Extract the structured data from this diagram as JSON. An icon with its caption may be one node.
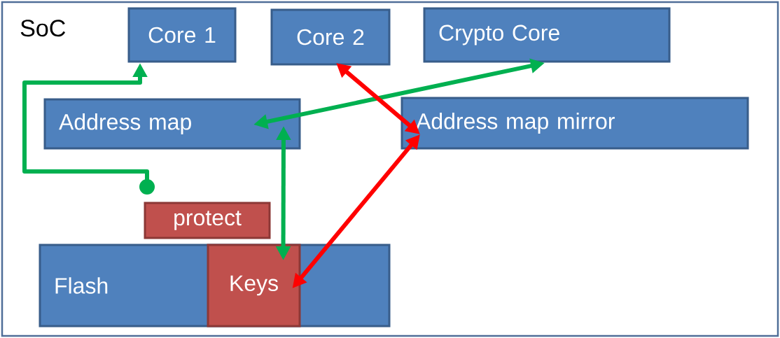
{
  "diagram": {
    "nodes": [
      {
        "text": [
          "SoC"
        ]
      },
      {
        "text": [
          "Core 1"
        ],
        "in": 0
      },
      {
        "text": [
          "Core 2"
        ],
        "in": 0
      },
      {
        "text": [
          "Crypto Core"
        ],
        "in": 0
      },
      {
        "text": [
          "Address map"
        ],
        "in": 0
      },
      {
        "text": [
          "Address map mirror"
        ],
        "in": 0
      },
      {
        "text": [
          "protect"
        ],
        "in": 0
      },
      {
        "text": [
          "Flash"
        ],
        "in": 0
      },
      {
        "text": [
          "Keys"
        ],
        "in": 7
      }
    ],
    "edges": [
      {
        "from": 6,
        "to": 1,
        "arrow": "to"
      },
      {
        "from": 3,
        "to": 4,
        "arrow": "both"
      },
      {
        "from": 4,
        "to": 8,
        "arrow": "both"
      },
      {
        "from": 2,
        "to": 5,
        "arrow": "both",
        "color": "#ff0000"
      },
      {
        "from": 5,
        "to": 8,
        "arrow": "both",
        "color": "#ff0000"
      }
    ]
  }
}
